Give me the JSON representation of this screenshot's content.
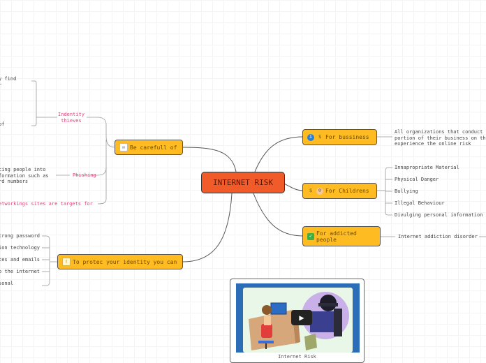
{
  "root": {
    "label": "INTERNET RISK"
  },
  "careful": {
    "label": "Be carefull of",
    "identity": {
      "label": "Indentity thieves",
      "lines_a": [
        "y find",
        "r"
      ],
      "lines_b": [
        "of"
      ]
    },
    "phishing": {
      "label": "Phishing",
      "lines": [
        "cing people into",
        "formation such as",
        "rd numbers"
      ]
    },
    "social": "etworkings sites are targets for"
  },
  "protect": {
    "label": "To protec your identity you can",
    "items": [
      "trong password",
      "ion technology",
      "tes and emails",
      "o the internet",
      "sonal"
    ]
  },
  "business": {
    "label": "For bussiness",
    "lines": [
      "All organizations that conduct",
      "portion of their business on th",
      "experience the online risk"
    ]
  },
  "children": {
    "label": "For Childrens",
    "items": [
      "Innapropriate Material",
      "Physical Danger",
      "Bullying",
      "Illegal Behaviour",
      "Divulging personal information"
    ]
  },
  "addicted": {
    "label_lines": [
      "For addicted",
      "people"
    ],
    "leaf": "Internet addiction disorder"
  },
  "video": {
    "caption": "Internet Risk"
  },
  "colors": {
    "root": "#f15a29",
    "branch": "#ffbb22",
    "accent_pink": "#e0457a",
    "video_bg": "#2c6db8"
  }
}
